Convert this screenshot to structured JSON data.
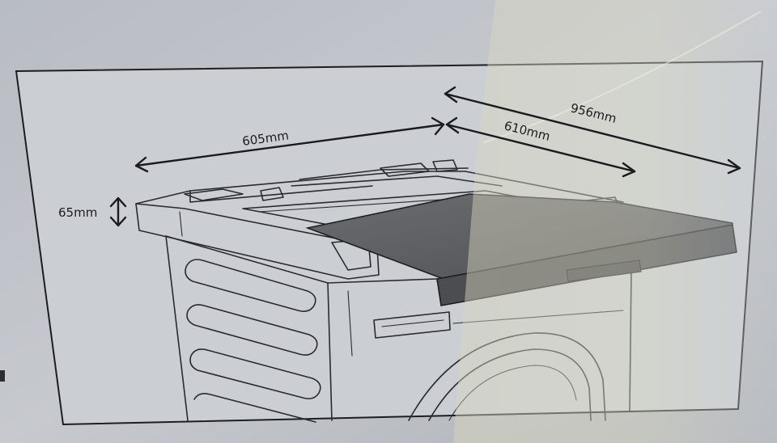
{
  "dimensions": {
    "width_left": "605mm",
    "depth_short": "610mm",
    "depth_extended": "956mm",
    "height": "65mm"
  },
  "colors": {
    "cardboard": "#c2c6cc",
    "panel": "#cdd1d6",
    "tape": "#d6d3b8",
    "shelf_dark": "#5e6064",
    "line": "#2a2b30"
  }
}
